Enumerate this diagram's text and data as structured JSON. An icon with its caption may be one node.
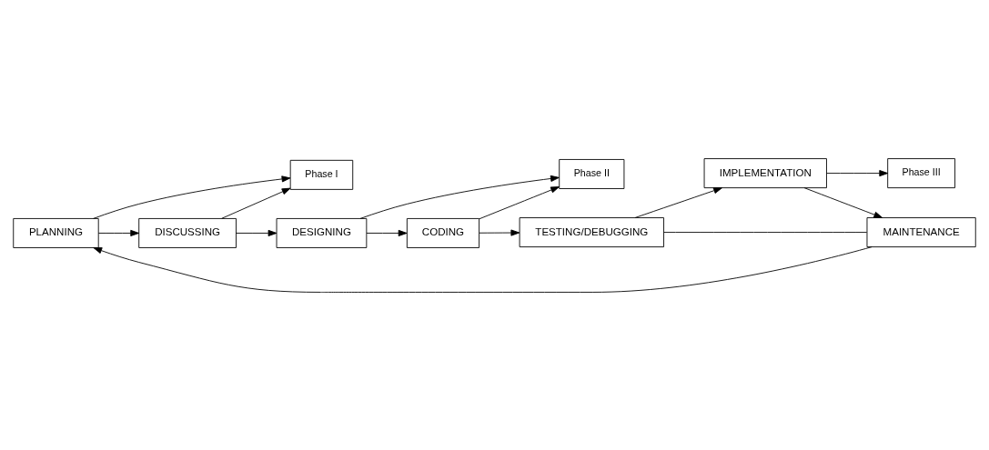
{
  "diagram": {
    "nodes": [
      {
        "text": [
          "PLANNING"
        ]
      },
      {
        "text": [
          "Phase I"
        ]
      },
      {
        "text": [
          "MAINTENANCE"
        ]
      },
      {
        "text": [
          "DISCUSSING"
        ]
      },
      {
        "text": [
          "IMPLEMENTATION"
        ]
      },
      {
        "text": [
          "DESIGNING"
        ]
      },
      {
        "text": [
          "TESTING/DEBUGGING"
        ]
      },
      {
        "text": [
          "CODING"
        ]
      },
      {
        "text": [
          "Phase II"
        ]
      },
      {
        "text": [
          "Phase III"
        ]
      }
    ],
    "edges": [
      {
        "from": 2,
        "to": 0,
        "arrow": "to"
      },
      {
        "from": 0,
        "to": 3,
        "arrow": "to"
      },
      {
        "from": 0,
        "to": 1,
        "arrow": "to"
      },
      {
        "from": 3,
        "to": 1,
        "arrow": "to"
      },
      {
        "from": 3,
        "to": 5,
        "arrow": "to"
      },
      {
        "from": 5,
        "to": 7,
        "arrow": "to"
      },
      {
        "from": 7,
        "to": 8,
        "arrow": "to"
      },
      {
        "from": 5,
        "to": 8,
        "arrow": "to"
      },
      {
        "from": 7,
        "to": 6,
        "arrow": "to"
      },
      {
        "from": 6,
        "to": 4,
        "arrow": "to"
      },
      {
        "from": 4,
        "to": 2,
        "arrow": "to"
      },
      {
        "from": 4,
        "to": 9,
        "arrow": "to"
      },
      {
        "from": 2,
        "to": 6,
        "arrow": "none"
      }
    ]
  }
}
